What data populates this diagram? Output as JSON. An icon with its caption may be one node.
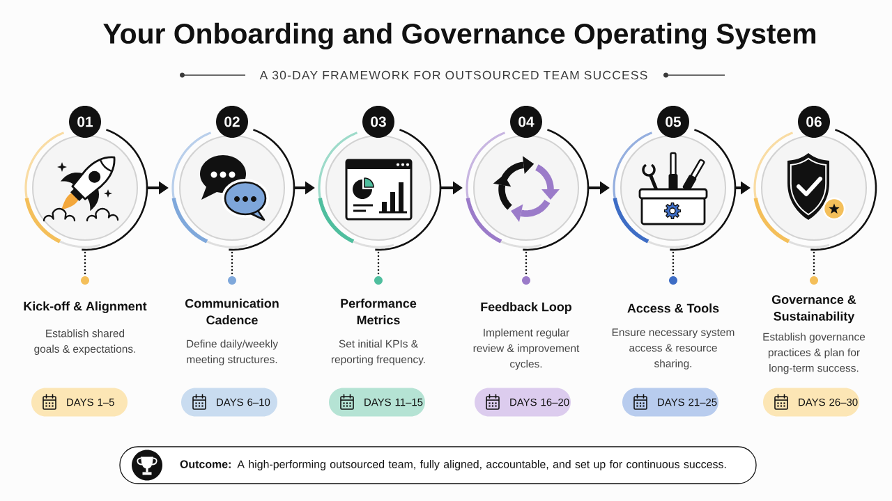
{
  "diagram": {
    "title": "Your Onboarding and Governance Operating System",
    "nodes": [
      {
        "text": [
          "01"
        ]
      },
      {
        "text": [
          "02"
        ]
      },
      {
        "text": [
          "03"
        ]
      },
      {
        "text": [
          "04"
        ]
      },
      {
        "text": [
          "05"
        ]
      },
      {
        "text": [
          "06"
        ]
      },
      {
        "text": [],
        "shape": "circle"
      },
      {
        "text": [],
        "shape": "circle"
      },
      {
        "text": [],
        "shape": "circle"
      },
      {
        "text": [],
        "shape": "circle"
      },
      {
        "text": [],
        "shape": "circle"
      },
      {
        "text": [],
        "shape": "circle"
      },
      {
        "text": [],
        "shape": "circle"
      },
      {
        "text": [],
        "shape": "circle"
      },
      {
        "text": [],
        "shape": "circle"
      },
      {
        "text": [],
        "shape": "circle"
      },
      {
        "text": [],
        "shape": "circle"
      },
      {
        "text": [],
        "shape": "circle"
      },
      {
        "text": [
          "DAYS 1–5"
        ]
      },
      {
        "text": [
          "DAYS 6–10"
        ]
      },
      {
        "text": [
          "DAYS 11–15"
        ]
      },
      {
        "text": [
          "DAYS 16–20"
        ]
      },
      {
        "text": [
          "DAYS 21–25"
        ]
      },
      {
        "text": [
          "DAYS 26–30"
        ]
      },
      {
        "text": [
          "**Outcome:** A high-performing outsourced team, fully aligned, accountable, and set up for continuous success."
        ]
      }
    ],
    "edges": [
      {
        "from": 6,
        "to": 7,
        "arrow": "to"
      },
      {
        "from": 7,
        "to": 8,
        "arrow": "to"
      },
      {
        "from": 8,
        "to": 9,
        "arrow": "to"
      },
      {
        "from": 9,
        "to": 10,
        "arrow": "to"
      },
      {
        "from": 10,
        "to": 11,
        "arrow": "to"
      },
      {
        "from": 6,
        "to": 12,
        "arrow": "none",
        "style": "dashed"
      },
      {
        "from": 7,
        "to": 13,
        "arrow": "none",
        "style": "dashed"
      },
      {
        "from": 8,
        "to": 14,
        "arrow": "none",
        "style": "dashed"
      },
      {
        "from": 9,
        "to": 15,
        "arrow": "none",
        "style": "dashed"
      },
      {
        "from": 10,
        "to": 16,
        "arrow": "none",
        "style": "dashed"
      },
      {
        "from": 11,
        "to": 17,
        "arrow": "none",
        "style": "dashed"
      }
    ],
    "labels": [
      "A 30-DAY FRAMEWORK FOR OUTSOURCED TEAM SUCCESS",
      "Kick-off & Alignment",
      "Establish shared goals & expectations.",
      "Communication Cadence",
      "Define daily/weekly meeting structures.",
      "Performance Metrics",
      "Set initial KPIs & reporting frequency.",
      "Feedback Loop",
      "Implement regular review & improvement cycles.",
      "Access & Tools",
      "Ensure necessary system access & resource sharing.",
      "Governance & Sustainability",
      "Establish governance practices & plan for long-term success."
    ]
  }
}
